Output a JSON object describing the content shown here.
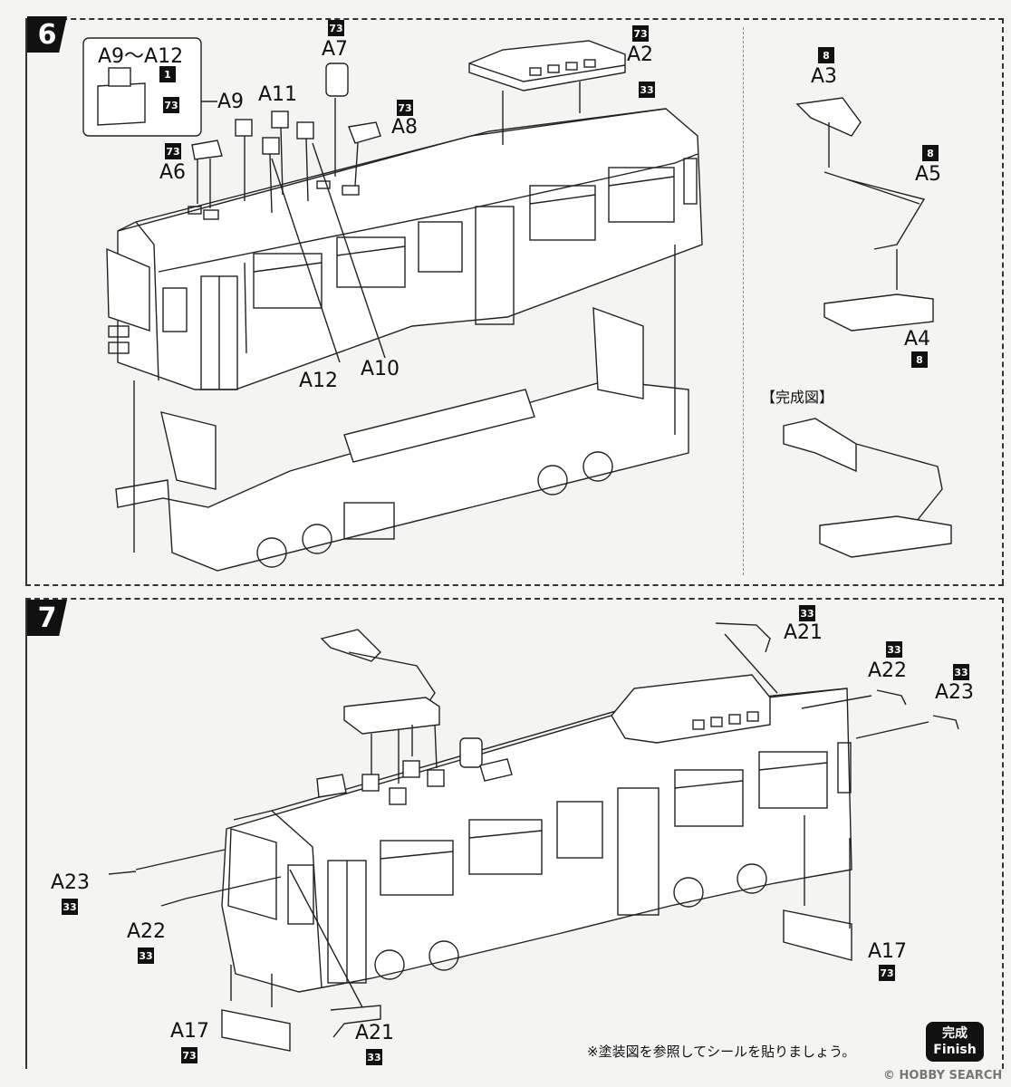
{
  "steps": {
    "six": "6",
    "seven": "7"
  },
  "codes": {
    "c73": "73",
    "c33": "33",
    "c8": "8",
    "c1": "1"
  },
  "labels": {
    "a9_a12": "A9～A12",
    "a9": "A9",
    "a11": "A11",
    "a7": "A7",
    "a8": "A8",
    "a2": "A2",
    "a6": "A6",
    "a12": "A12",
    "a10": "A10",
    "a3": "A3",
    "a5": "A5",
    "a4": "A4",
    "a21": "A21",
    "a22": "A22",
    "a23": "A23",
    "a17": "A17"
  },
  "completed_label": "【完成図】",
  "note": "※塗装図を参照してシールを貼りましょう。",
  "finish": {
    "jp": "完成",
    "en": "Finish"
  },
  "watermark": "© HOBBY SEARCH"
}
